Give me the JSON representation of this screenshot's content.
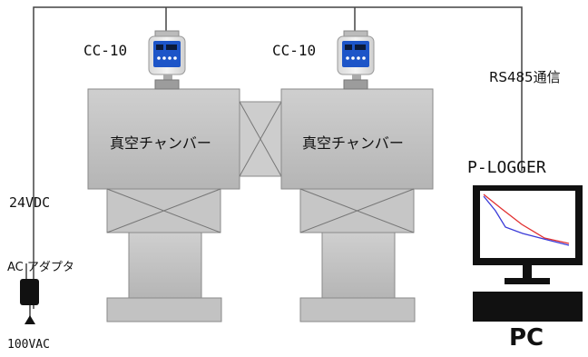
{
  "gauges": [
    {
      "label": "CC-10",
      "screen_color": "#1d55c8"
    },
    {
      "label": "CC-10",
      "screen_color": "#1d55c8"
    }
  ],
  "chambers": [
    {
      "label": "真空チャンバー"
    },
    {
      "label": "真空チャンバー"
    }
  ],
  "communication_label": "RS485通信",
  "power_label": "24VDC",
  "adapter_label": "AC アダプタ",
  "mains_label": "100VAC",
  "logger_label": "P-LOGGER",
  "pc_label": "PC",
  "colors": {
    "chamber_fill": "#bdbdbd",
    "chamber_edge": "#8a8a8a",
    "gauge_blue": "#1d55c8",
    "plot_red": "#e23030",
    "plot_blue": "#3a3ad8",
    "dark": "#111111"
  }
}
